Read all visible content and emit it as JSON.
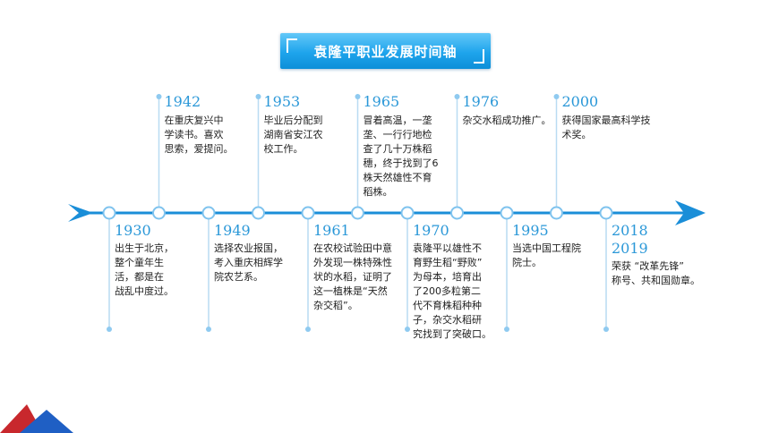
{
  "title": "袁隆平职业发展时间轴",
  "events": [
    {
      "year": "1930",
      "desc": "出生于北京，\n整个童年生\n活，都是在\n战乱中度过。",
      "position": "below"
    },
    {
      "year": "1942",
      "desc": "在重庆复兴中\n学读书。喜欢\n思索，爱提问。",
      "position": "above"
    },
    {
      "year": "1949",
      "desc": "选择农业报国，\n考入重庆相辉学\n院农艺系。",
      "position": "below"
    },
    {
      "year": "1953",
      "desc": "毕业后分配到\n湖南省安江农\n校工作。",
      "position": "above"
    },
    {
      "year": "1961",
      "desc": "在农校试验田中意\n外发现一株特殊性\n状的水稻，证明了\n这一植株是“天然\n杂交稻”。",
      "position": "below"
    },
    {
      "year": "1965",
      "desc": "冒着高温，一垄\n垄、一行行地检\n查了几十万株稻\n穗，终于找到了6\n株天然雄性不育\n稻株。",
      "position": "above"
    },
    {
      "year": "1970",
      "desc": "袁隆平以雄性不\n育野生稻“野败”\n为母本，培育出\n了200多粒第二\n代不育株稻种种\n子，杂交水稻研\n究找到了突破口。",
      "position": "below"
    },
    {
      "year": "1976",
      "desc": "杂交水稻成功推广。",
      "position": "above"
    },
    {
      "year": "1995",
      "desc": "当选中国工程院\n院士。",
      "position": "below"
    },
    {
      "year": "2000",
      "desc": "获得国家最高科学技\n术奖。",
      "position": "above"
    },
    {
      "year": "2018\n2019",
      "desc": "荣获 “改革先锋”\n称号、共和国勋章。",
      "position": "below"
    }
  ],
  "colors": {
    "axis": "#1a8ed8",
    "connector": "#b9dcf2",
    "year": "#2b98d8",
    "title_bg": "#1ea4ec",
    "corner_red": "#c8282d",
    "corner_blue": "#1f5fc4"
  }
}
